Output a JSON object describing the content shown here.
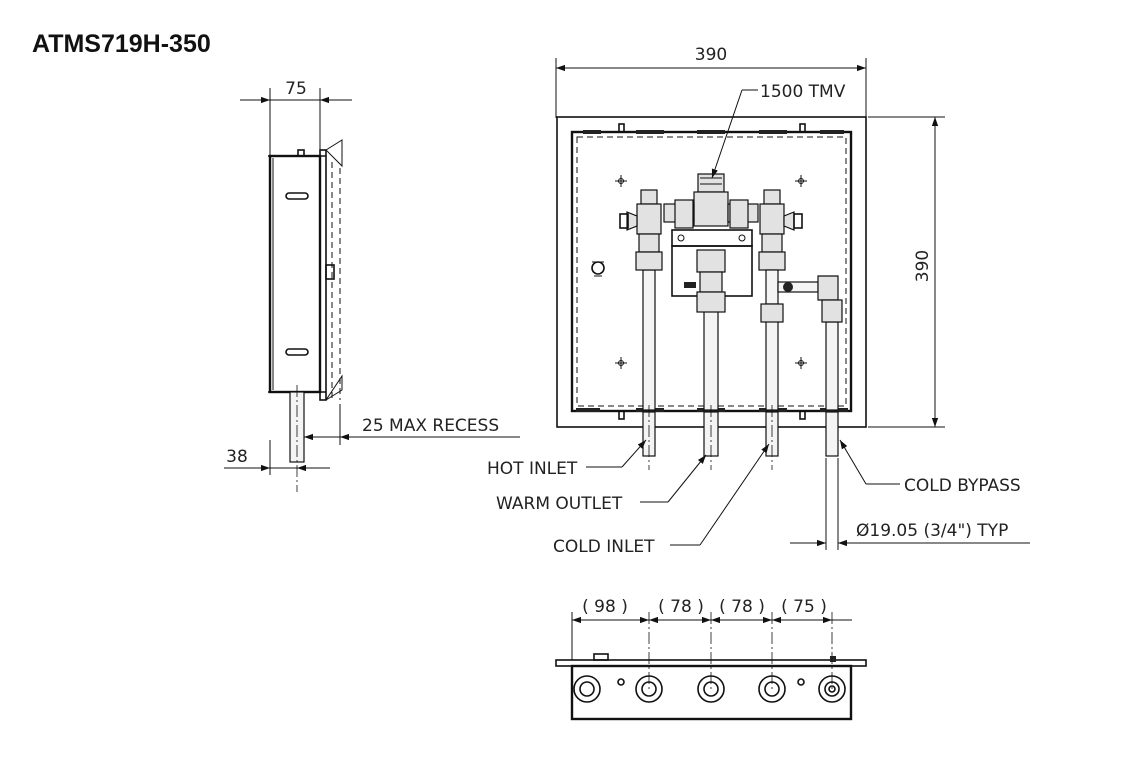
{
  "title": "ATMS719H-350",
  "side_view": {
    "depth_dim": "75",
    "pipe_offset_dim": "38",
    "recess_label": "25 MAX RECESS"
  },
  "front_view": {
    "width_dim": "390",
    "height_dim": "390",
    "valve_label": "1500 TMV",
    "callouts": {
      "hot_inlet": "HOT INLET",
      "warm_outlet": "WARM OUTLET",
      "cold_inlet": "COLD INLET",
      "cold_bypass": "COLD BYPASS",
      "pipe_diameter": "Ø19.05 (3/4\") TYP"
    }
  },
  "bottom_view": {
    "spacings": [
      "( 98 )",
      "( 78 )",
      "( 78 )",
      "( 75 )"
    ]
  }
}
